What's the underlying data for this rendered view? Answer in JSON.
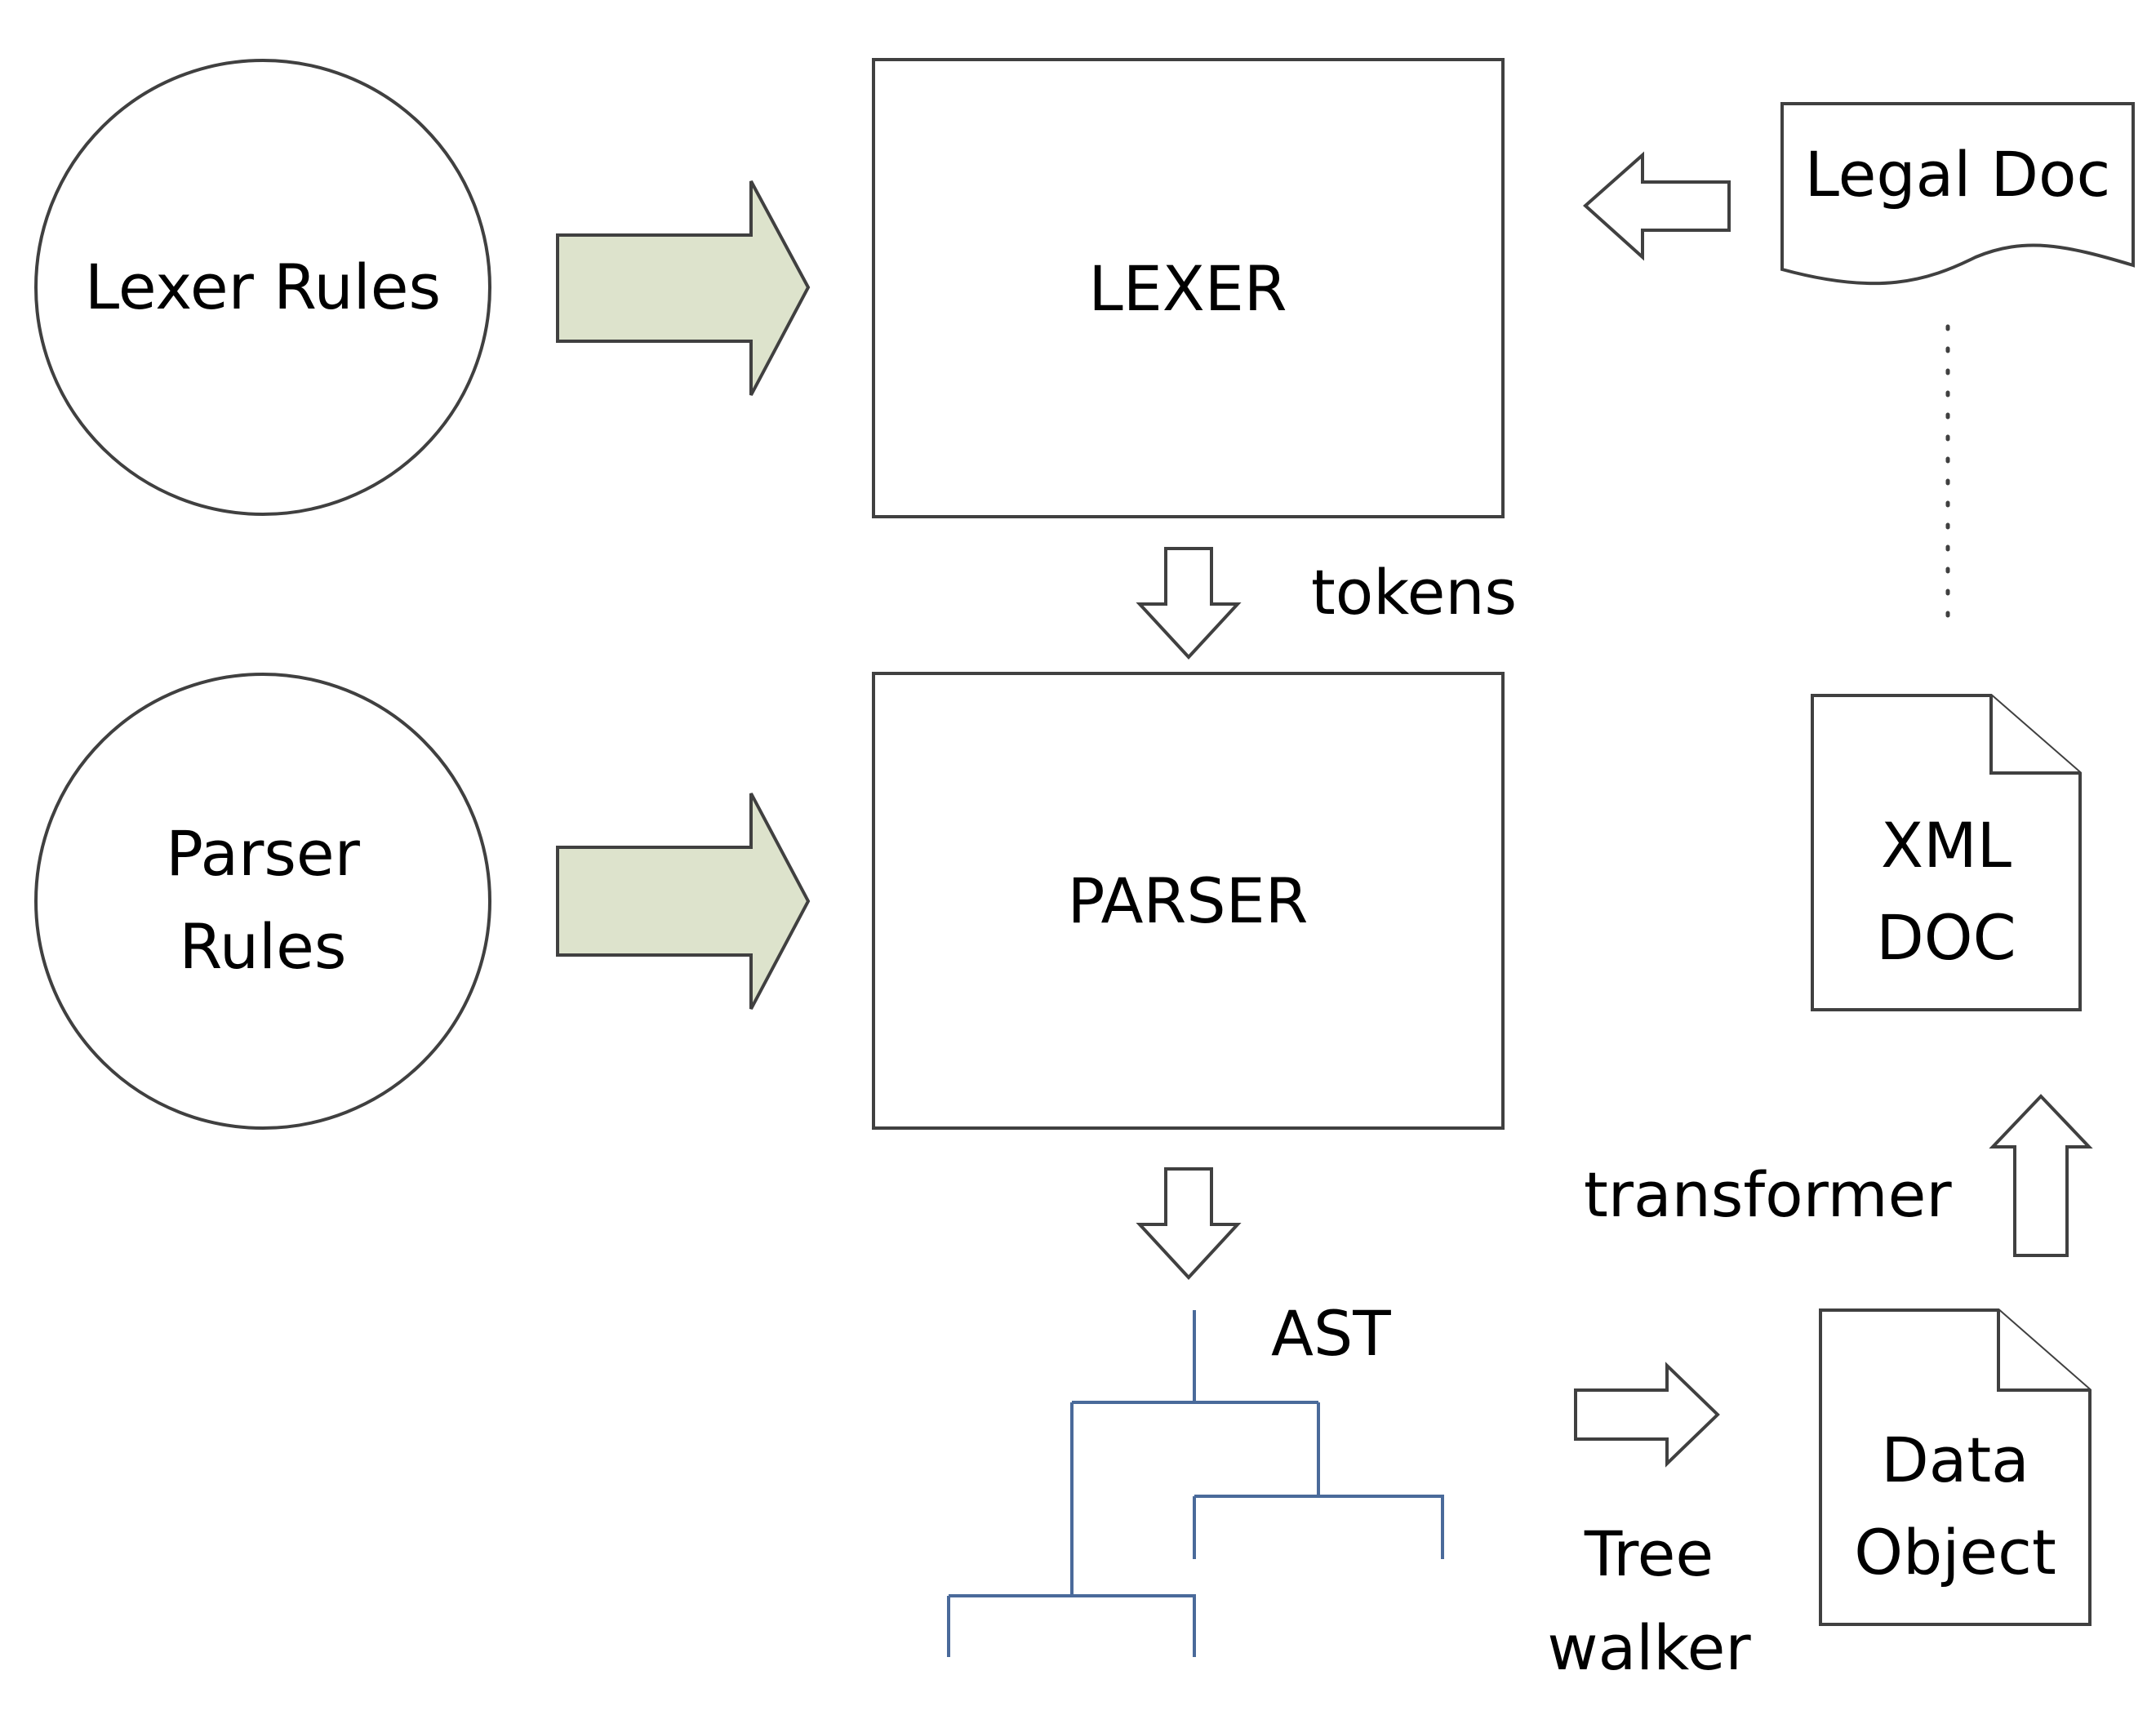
{
  "diagram": {
    "lexer_rules": "Lexer Rules",
    "parser_rules_line1": "Parser",
    "parser_rules_line2": "Rules",
    "lexer": "LEXER",
    "parser": "PARSER",
    "tokens": "tokens",
    "ast": "AST",
    "legal_doc": "Legal Doc",
    "xml_doc_line1": "XML",
    "xml_doc_line2": "DOC",
    "transformer": "transformer",
    "data_object_line1": "Data",
    "data_object_line2": "Object",
    "tree_walker_line1": "Tree",
    "tree_walker_line2": "walker"
  },
  "colors": {
    "solid_arrow_fill": "#dde3cc",
    "tree_stroke": "#4a6a9a",
    "outline": "#404040"
  }
}
